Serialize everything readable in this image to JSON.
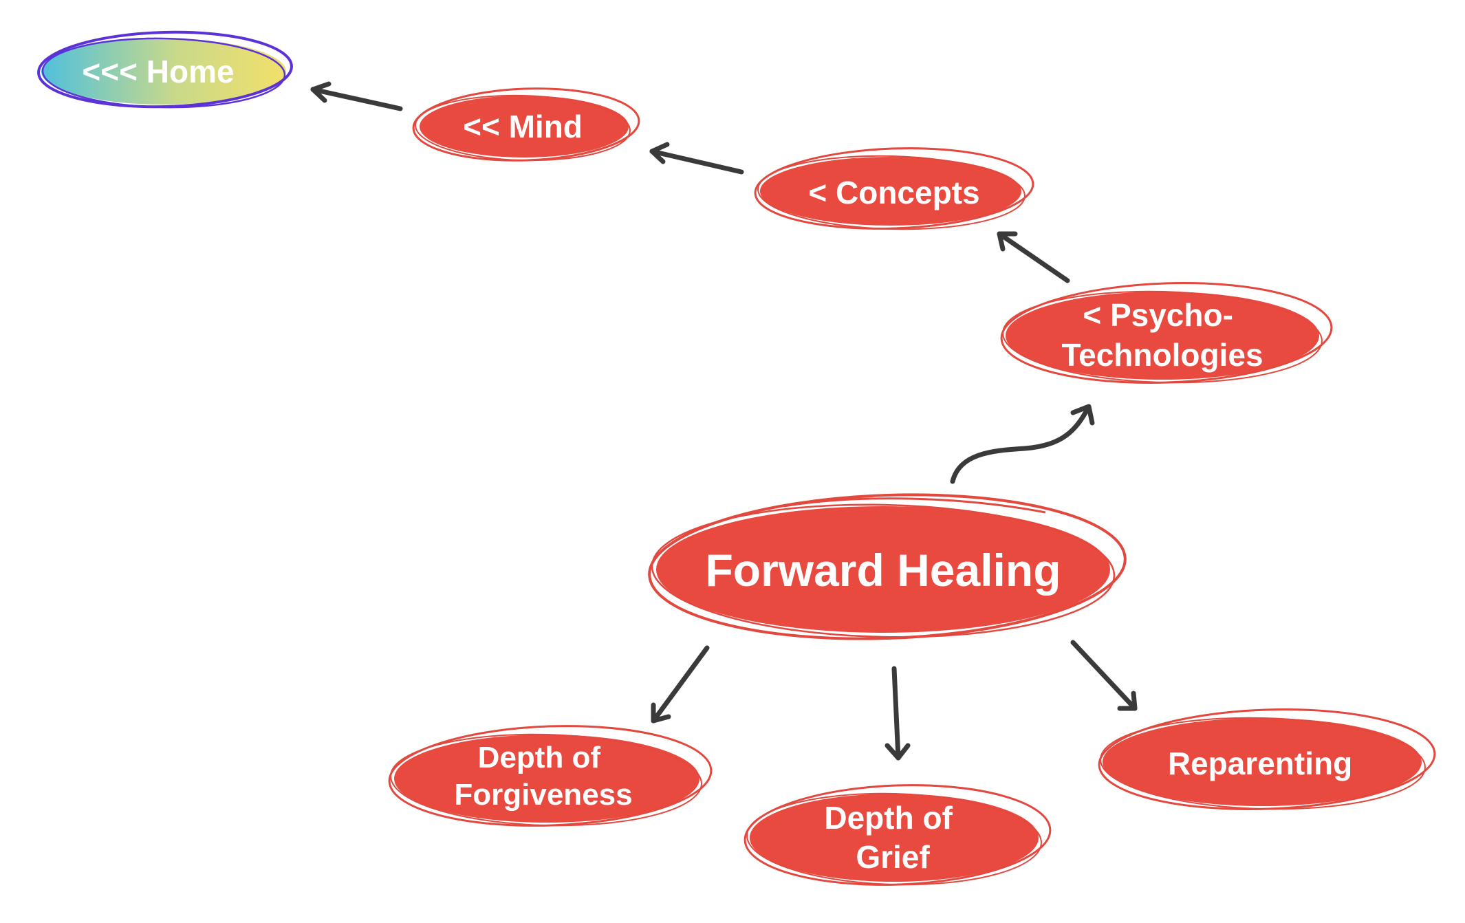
{
  "colors": {
    "node_fill": "#e84a40",
    "node_outline": "#e2483e",
    "home_outline": "#5a32d6",
    "home_gradient": [
      "#4fc0dc",
      "#c9d98a",
      "#f2e06a"
    ],
    "arrow": "#3a3a3a",
    "label": "#ffffff"
  },
  "nodes": {
    "home": {
      "label": "<<< Home"
    },
    "mind": {
      "label": "<< Mind"
    },
    "concepts": {
      "label": "< Concepts"
    },
    "psycho_technologies": {
      "line1": "< Psycho-",
      "line2": "Technologies"
    },
    "forward_healing": {
      "label": "Forward Healing"
    },
    "depth_of_forgiveness": {
      "line1": "Depth of",
      "line2": "Forgiveness"
    },
    "depth_of_grief": {
      "line1": "Depth of",
      "line2": "Grief"
    },
    "reparenting": {
      "label": "Reparenting"
    }
  }
}
